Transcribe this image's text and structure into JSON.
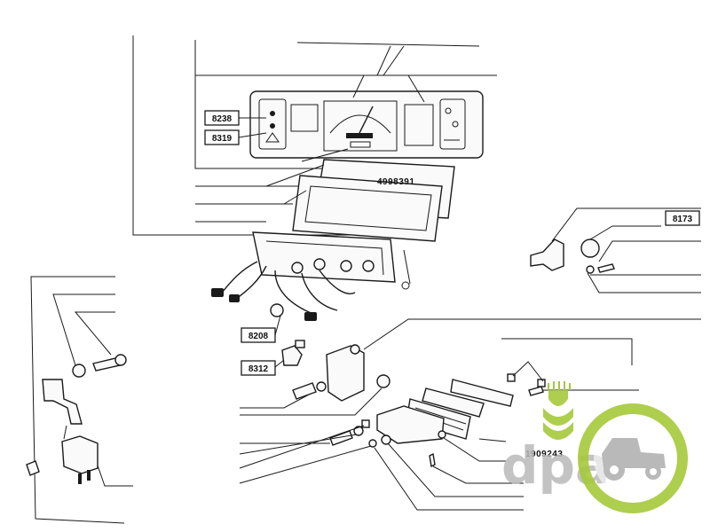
{
  "callouts": [
    {
      "id": "8238",
      "label": "8238"
    },
    {
      "id": "8319",
      "label": "8319"
    },
    {
      "id": "8173",
      "label": "8173"
    },
    {
      "id": "8208",
      "label": "8208"
    },
    {
      "id": "8312",
      "label": "8312"
    }
  ],
  "part_numbers": {
    "bezel": "4998391",
    "relay_strip": "1909243"
  },
  "watermark": {
    "text": "dpa",
    "color_logo_green": "#a5c93a",
    "color_logo_grey": "#b9b9b9",
    "icon": "tractor-icon"
  }
}
